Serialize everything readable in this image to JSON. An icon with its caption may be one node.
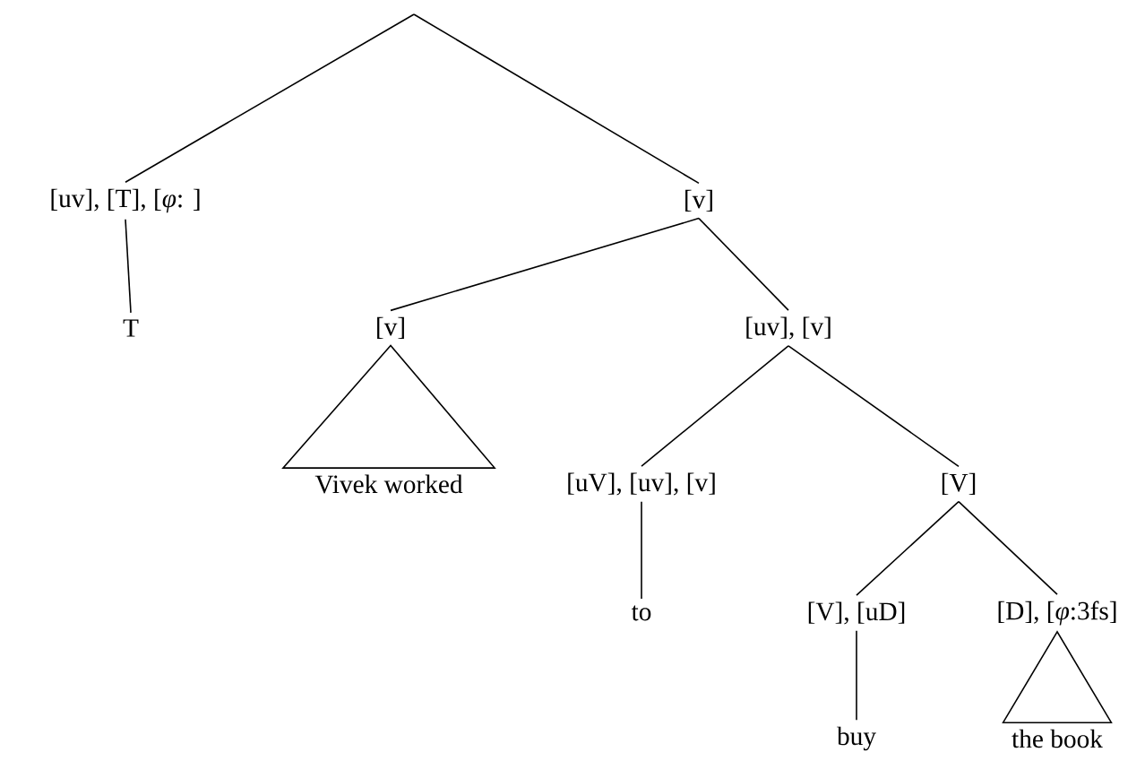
{
  "diagram": {
    "nodes": [
      {
        "text": [
          "[uv], [T], [*φ*: ]"
        ]
      },
      {
        "text": [
          "[v]"
        ]
      },
      {
        "text": [
          "T"
        ]
      },
      {
        "text": [
          "[v]"
        ]
      },
      {
        "text": [
          "[uv], [v]"
        ]
      },
      {
        "text": [
          "Vivek worked"
        ]
      },
      {
        "text": [
          "[uV], [uv], [v]"
        ]
      },
      {
        "text": [
          "[V]"
        ]
      },
      {
        "text": [
          "to"
        ]
      },
      {
        "text": [
          "[V], [uD]"
        ]
      },
      {
        "text": [
          "[D], [*φ*:3fs]"
        ]
      },
      {
        "text": [
          "buy"
        ]
      },
      {
        "text": [
          "the book"
        ]
      }
    ],
    "edges": [
      {
        "from": null,
        "to": 0,
        "arrow": "none"
      },
      {
        "from": null,
        "to": 1,
        "arrow": "none"
      },
      {
        "from": 0,
        "to": 2,
        "arrow": "none"
      },
      {
        "from": 1,
        "to": 3,
        "arrow": "none"
      },
      {
        "from": 1,
        "to": 4,
        "arrow": "none"
      },
      {
        "from": 3,
        "to": 5,
        "arrow": "none"
      },
      {
        "from": 4,
        "to": 6,
        "arrow": "none"
      },
      {
        "from": 4,
        "to": 7,
        "arrow": "none"
      },
      {
        "from": 6,
        "to": 8,
        "arrow": "none"
      },
      {
        "from": 7,
        "to": 9,
        "arrow": "none"
      },
      {
        "from": 7,
        "to": 10,
        "arrow": "none"
      },
      {
        "from": 9,
        "to": 11,
        "arrow": "none"
      },
      {
        "from": 10,
        "to": 12,
        "arrow": "none"
      }
    ]
  }
}
